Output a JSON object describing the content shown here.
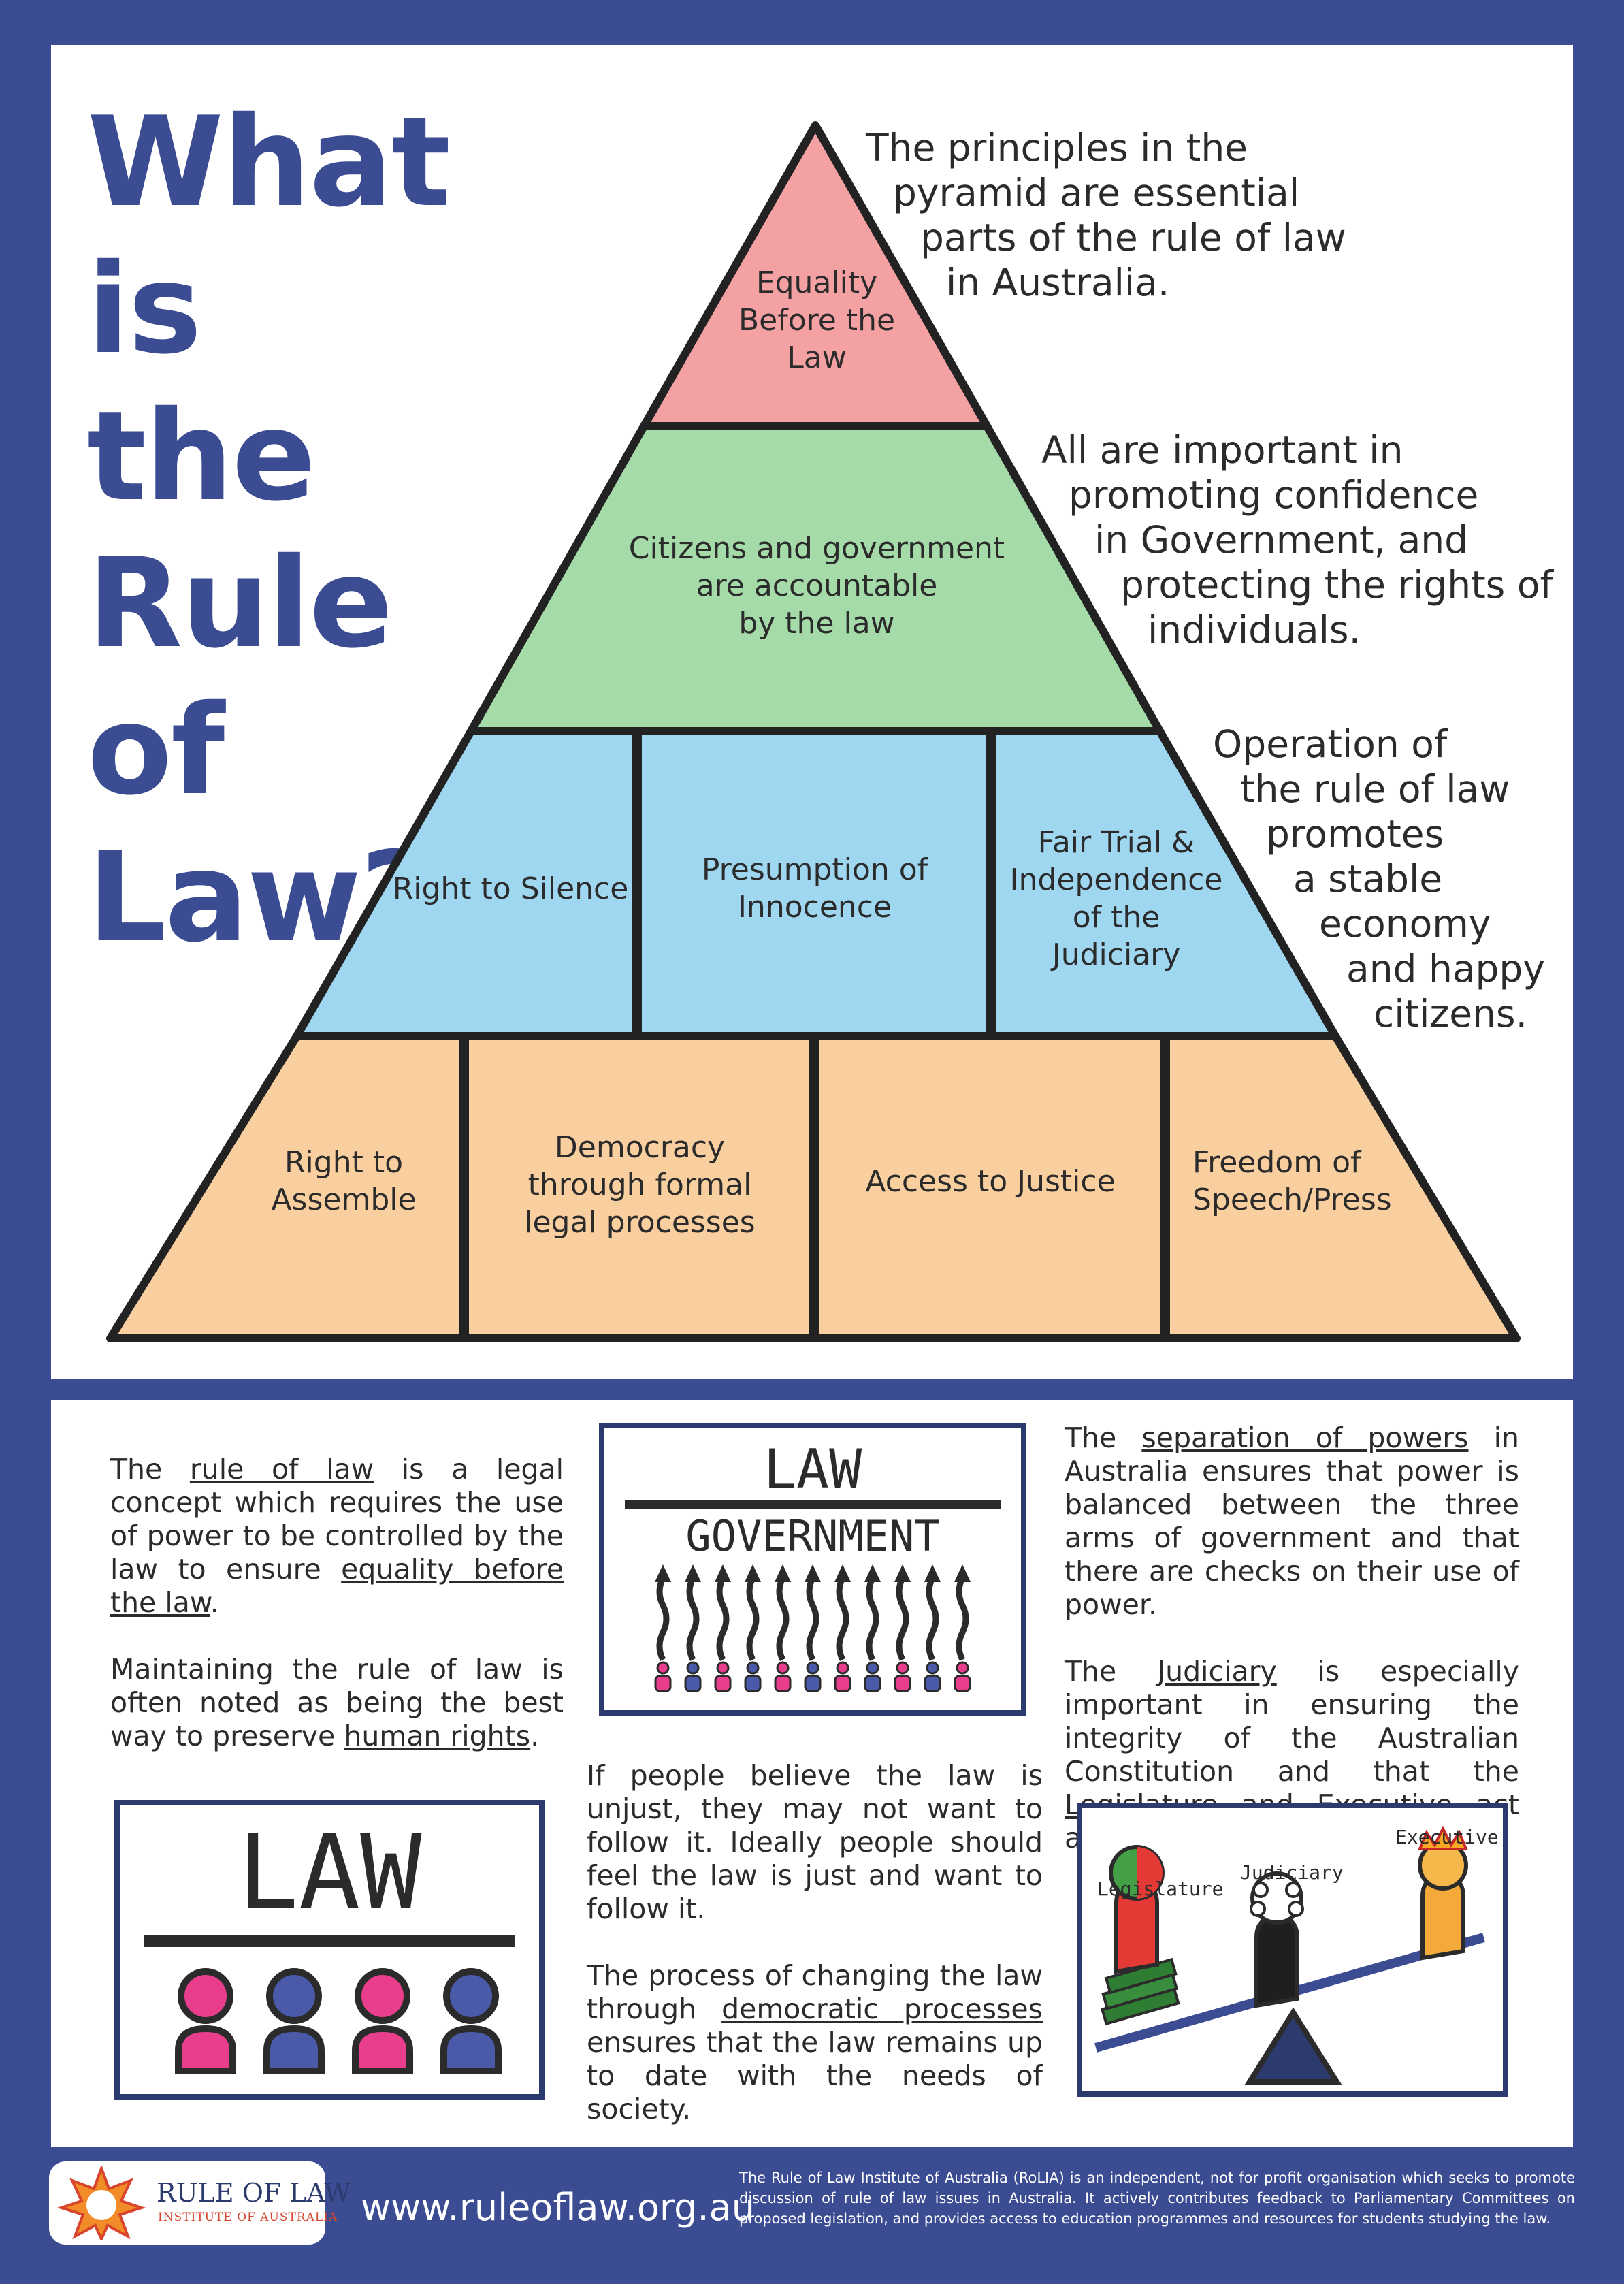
{
  "title": {
    "line1": "What is",
    "line2": "the Rule",
    "line3": "of Law?"
  },
  "side_notes": {
    "note1": [
      "The principles in the",
      "pyramid are essential",
      "parts of the rule of law",
      "in Australia."
    ],
    "note2": [
      "All are important in",
      "promoting confidence",
      "in Government, and",
      "protecting the rights of",
      "individuals."
    ],
    "note3": [
      "Operation of",
      "the rule of law",
      "promotes",
      "a stable",
      "economy",
      "and happy",
      "citizens."
    ]
  },
  "pyramid": {
    "tier1": [
      "Equality",
      "Before the",
      "Law"
    ],
    "tier2": [
      "Citizens and government",
      "are accountable",
      "by the law"
    ],
    "tier3": [
      {
        "lines": [
          "Right to Silence"
        ]
      },
      {
        "lines": [
          "Presumption of",
          "Innocence"
        ]
      },
      {
        "lines": [
          "Fair Trial &",
          "Independence",
          "of the",
          "Judiciary"
        ]
      }
    ],
    "tier4": [
      {
        "lines": [
          "Right to",
          "Assemble"
        ]
      },
      {
        "lines": [
          "Democracy",
          "through formal",
          "legal processes"
        ]
      },
      {
        "lines": [
          "Access to Justice"
        ]
      },
      {
        "lines": [
          "Freedom of",
          "Speech/Press"
        ]
      }
    ],
    "colors": {
      "tier1": "#f4a1a3",
      "tier2": "#a5dba9",
      "tier3": "#9fd6f0",
      "tier4": "#f9cfa0",
      "outline": "#222222"
    }
  },
  "left_column": {
    "p1_a": "The ",
    "p1_link1": "rule of law",
    "p1_b": " is a legal concept which requires the use of power to be controlled by the law to ensure ",
    "p1_link2": "equality before the law",
    "p1_c": ".",
    "p2_a": "Maintaining the rule of law is often noted as being the best way to preserve ",
    "p2_link": "human rights",
    "p2_b": "."
  },
  "middle_column": {
    "p1": "If people believe the law is unjust, they may not want to follow it. Ideally people should feel the law is just and want to follow it.",
    "p2_a": "The process of changing the law through ",
    "p2_link": "democratic processes",
    "p2_b": " ensures that the law remains up to date with the needs of society."
  },
  "right_column": {
    "p1_a": "The ",
    "p1_link": "separation of powers",
    "p1_b": " in Australia ensures that power is balanced between the three arms of government and that there are checks on their use of power.",
    "p2_a": "The ",
    "p2_link1": "Judiciary",
    "p2_b": " is especially important in ensuring the integrity of the Australian Constitution and that the ",
    "p2_link2": "Legislature ",
    "p2_c": "and ",
    "p2_link3": "Executive",
    "p2_d": " act according to the law."
  },
  "illustration_law_government": {
    "law": "LAW",
    "government": "GOVERNMENT"
  },
  "illustration_law": {
    "law": "LAW"
  },
  "illustration_balance": {
    "legislature": "Legislature",
    "judiciary": "Judiciary",
    "executive": "Executive"
  },
  "footer": {
    "logo_name": "RULE OF LAW",
    "logo_sub": "INSTITUTE OF AUSTRALIA",
    "url": "www.ruleoflaw.org.au",
    "about": "The Rule of Law Institute of Australia (RoLIA) is an independent, not for profit organisation which seeks to promote discussion of rule of law issues in Australia. It actively contributes feedback to Parliamentary Committees on proposed legislation, and provides access to education programmes and resources for students studying the law."
  },
  "colors": {
    "brand_blue": "#3b4c93",
    "pink": "#e83e8c",
    "figure_blue": "#4a5aa8"
  }
}
